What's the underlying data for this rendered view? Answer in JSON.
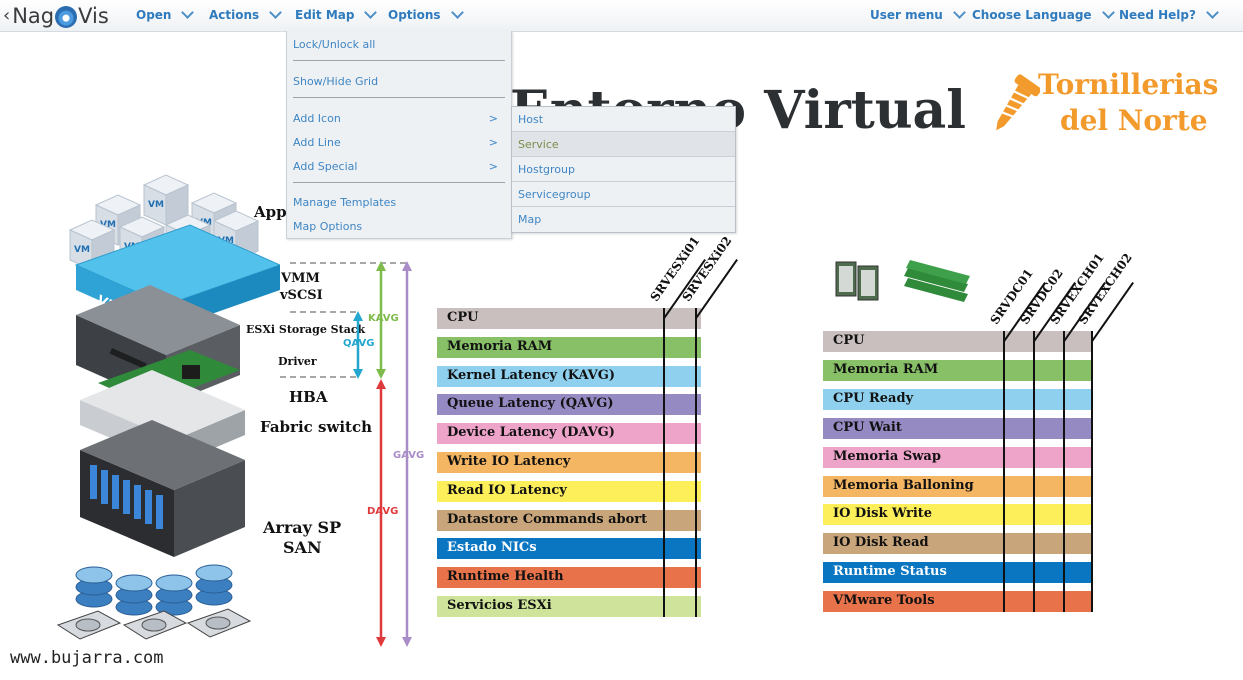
{
  "app": {
    "logo_text_a": "Nag",
    "logo_text_b": "Vis",
    "back_glyph": "‹"
  },
  "nav_left": [
    {
      "label": "Open"
    },
    {
      "label": "Actions"
    },
    {
      "label": "Edit Map"
    },
    {
      "label": "Options"
    }
  ],
  "nav_right": [
    {
      "label": "User menu"
    },
    {
      "label": "Choose Language"
    },
    {
      "label": "Need Help?"
    }
  ],
  "edit_menu": {
    "items": [
      {
        "label": "Lock/Unlock all"
      },
      {
        "label": "Show/Hide Grid"
      },
      {
        "label": "Add Icon",
        "submenu": ">"
      },
      {
        "label": "Add Line",
        "submenu": ">"
      },
      {
        "label": "Add Special",
        "submenu": ">"
      },
      {
        "label": "Manage Templates"
      },
      {
        "label": "Map Options"
      }
    ]
  },
  "add_icon_submenu": {
    "items": [
      {
        "label": "Host"
      },
      {
        "label": "Service"
      },
      {
        "label": "Hostgroup"
      },
      {
        "label": "Servicegroup"
      },
      {
        "label": "Map"
      }
    ],
    "highlighted": "Service"
  },
  "map": {
    "title": "Entorno Virtual",
    "brand_line1": "Tornillerias",
    "brand_line2": "del Norte",
    "stack_labels": {
      "app": "App",
      "vmm": "VMM",
      "vscsi": "vSCSI",
      "esxi_storage": "ESXi Storage Stack",
      "driver": "Driver",
      "hba": "HBA",
      "fabric": "Fabric switch",
      "array_sp": "Array SP",
      "san": "SAN",
      "kavg": "KAVG",
      "qavg": "QAVG",
      "gavg": "GAVG",
      "davg": "DAVG",
      "vm": "VM",
      "vmware": "VMware"
    },
    "esxi_table": {
      "columns": [
        "SRVESXi01",
        "SRVESXi02"
      ],
      "rows": [
        {
          "label": "CPU",
          "color": "#c9bfbf"
        },
        {
          "label": "Memoria RAM",
          "color": "#88c068"
        },
        {
          "label": "Kernel Latency (KAVG)",
          "color": "#8fd0ee"
        },
        {
          "label": "Queue Latency (QAVG)",
          "color": "#958ac2"
        },
        {
          "label": "Device Latency (DAVG)",
          "color": "#eea3c9"
        },
        {
          "label": "Write IO Latency",
          "color": "#f4b662"
        },
        {
          "label": "Read IO Latency",
          "color": "#fcef5a"
        },
        {
          "label": "Datastore Commands abort",
          "color": "#c8a57a"
        },
        {
          "label": "Estado NICs",
          "color": "#0a76c2",
          "text_color": "#ffffff"
        },
        {
          "label": "Runtime Health",
          "color": "#e8724a"
        },
        {
          "label": "Servicios ESXi",
          "color": "#cfe39a"
        }
      ]
    },
    "vm_table": {
      "columns": [
        "SRVDC01",
        "SRVDC02",
        "SRVEXCH01",
        "SRVEXCH02"
      ],
      "rows": [
        {
          "label": "CPU",
          "color": "#c9bfbf"
        },
        {
          "label": "Memoria RAM",
          "color": "#88c068"
        },
        {
          "label": "CPU Ready",
          "color": "#8fd0ee"
        },
        {
          "label": "CPU Wait",
          "color": "#958ac2"
        },
        {
          "label": "Memoria Swap",
          "color": "#eea3c9"
        },
        {
          "label": "Memoria Balloning",
          "color": "#f4b662"
        },
        {
          "label": "IO Disk Write",
          "color": "#fcef5a"
        },
        {
          "label": "IO Disk Read",
          "color": "#c8a57a"
        },
        {
          "label": "Runtime Status",
          "color": "#0a76c2",
          "text_color": "#ffffff"
        },
        {
          "label": "VMware Tools",
          "color": "#e8724a"
        }
      ]
    }
  },
  "footer": {
    "url": "www.bujarra.com"
  }
}
